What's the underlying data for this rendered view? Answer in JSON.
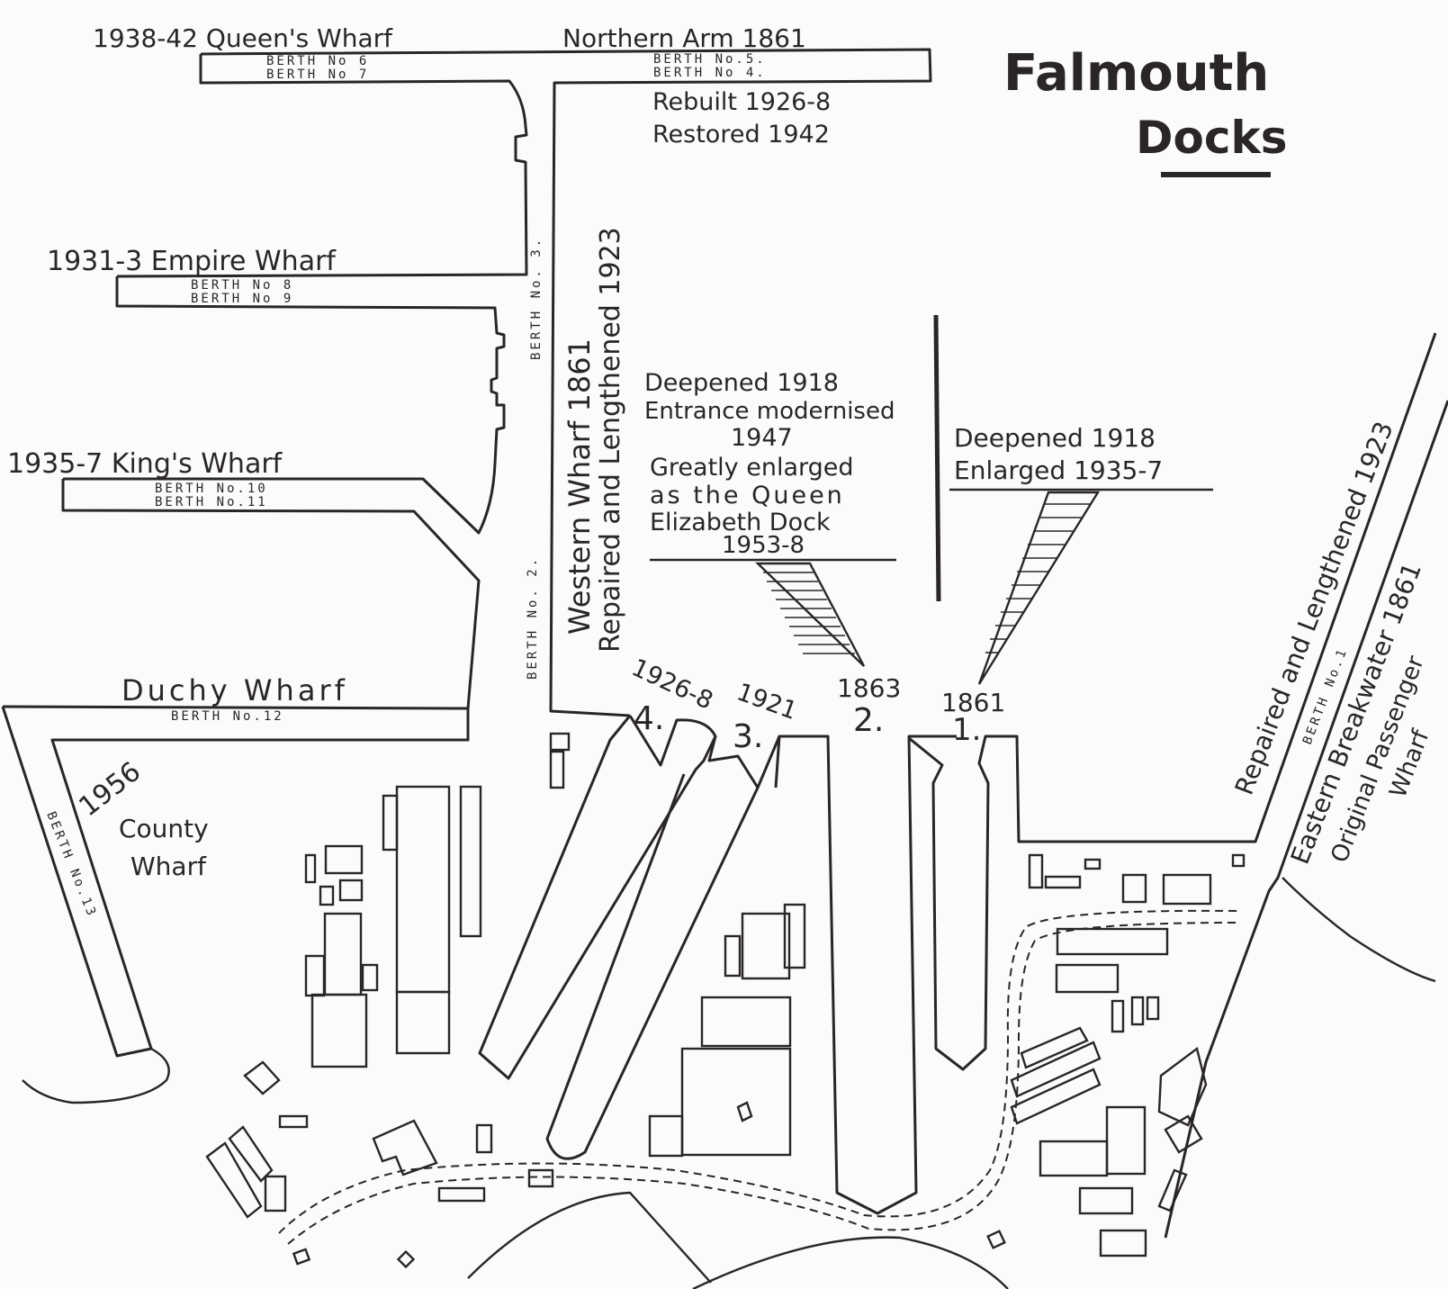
{
  "title": {
    "line1": "Falmouth",
    "line2": "Docks"
  },
  "wharves": {
    "queens": "1938-42 Queen's Wharf",
    "northern_arm": "Northern Arm 1861",
    "northern_rebuilt": "Rebuilt 1926-8",
    "northern_restored": "Restored 1942",
    "empire": "1931-3 Empire Wharf",
    "kings": "1935-7 King's Wharf",
    "duchy": "Duchy Wharf",
    "county_year": "1956",
    "county_line1": "County",
    "county_line2": "Wharf",
    "western_line1": "Western Wharf 1861",
    "western_line2": "Repaired and Lengthened 1923",
    "eastern_line1": "Repaired and Lengthened 1923",
    "eastern_line2": "Eastern Breakwater 1861",
    "eastern_line3": "Original Passenger",
    "eastern_line4": "Wharf"
  },
  "berths": {
    "b1": "BERTH No.1",
    "b2": "BERTH No. 2.",
    "b3": "BERTH No. 3.",
    "b4": "BERTH No 4.",
    "b5": "BERTH No.5.",
    "b6": "BERTH No 6",
    "b7": "BERTH No 7",
    "b8": "BERTH No 8",
    "b9": "BERTH No 9",
    "b10": "BERTH No.10",
    "b11": "BERTH No.11",
    "b12": "BERTH No.12",
    "b13": "BERTH No.13"
  },
  "docks": {
    "dock2_note1": "Deepened 1918",
    "dock2_note2": "Entrance modernised",
    "dock2_note3": "1947",
    "dock2_note4": "Greatly enlarged",
    "dock2_note5": "as the Queen",
    "dock2_note6": "Elizabeth Dock",
    "dock2_note7": "1953-8",
    "dock1_note1": "Deepened 1918",
    "dock1_note2": "Enlarged 1935-7",
    "d4_year": "1926-8",
    "d4_num": "4.",
    "d3_year": "1921",
    "d3_num": "3.",
    "d2_year": "1863",
    "d2_num": "2.",
    "d1_year": "1861",
    "d1_num": "1."
  }
}
